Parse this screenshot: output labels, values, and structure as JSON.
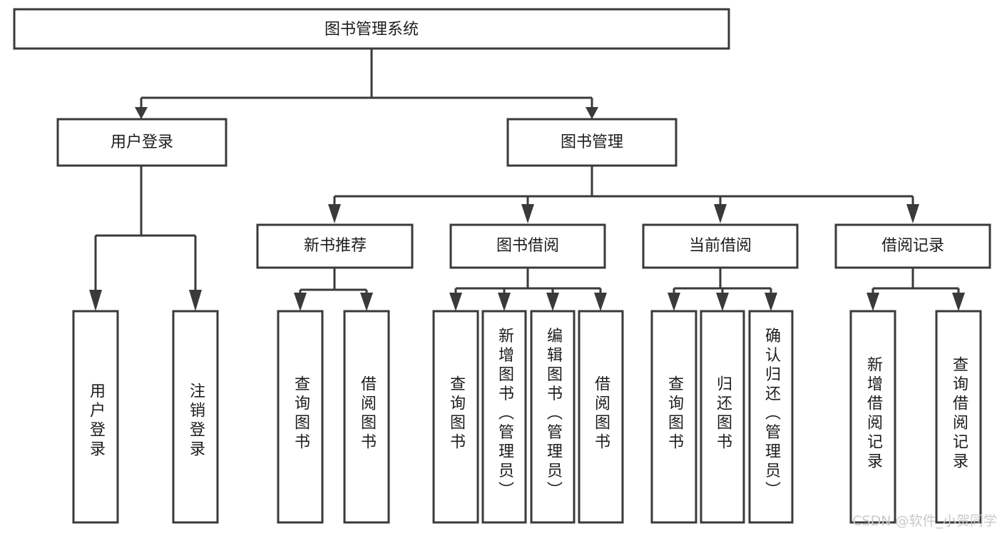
{
  "diagram": {
    "title": "图书管理系统",
    "type": "tree-hierarchy-chart",
    "colors": {
      "stroke": "#3a3a3a",
      "fill": "#ffffff",
      "text": "#1c1c1c",
      "watermark": "#c9c9c9"
    },
    "root": {
      "label": "图书管理系统"
    },
    "level2": [
      {
        "label": "用户登录"
      },
      {
        "label": "图书管理"
      }
    ],
    "level3": [
      {
        "label": "新书推荐"
      },
      {
        "label": "图书借阅"
      },
      {
        "label": "当前借阅"
      },
      {
        "label": "借阅记录"
      }
    ],
    "leaves": {
      "user_login": [
        {
          "label": "用户登录"
        },
        {
          "label": "注销登录"
        }
      ],
      "new_book_recommend": [
        {
          "label": "查询图书"
        },
        {
          "label": "借阅图书"
        }
      ],
      "book_borrow": [
        {
          "label": "查询图书"
        },
        {
          "label": "新增图书（管理员）"
        },
        {
          "label": "编辑图书（管理员）"
        },
        {
          "label": "借阅图书"
        }
      ],
      "current_borrow": [
        {
          "label": "查询图书"
        },
        {
          "label": "归还图书"
        },
        {
          "label": "确认归还（管理员）"
        }
      ],
      "borrow_record": [
        {
          "label": "新增借阅记录"
        },
        {
          "label": "查询借阅记录"
        }
      ]
    }
  },
  "watermark": {
    "text": "CSDN @软件_小贺同学"
  }
}
